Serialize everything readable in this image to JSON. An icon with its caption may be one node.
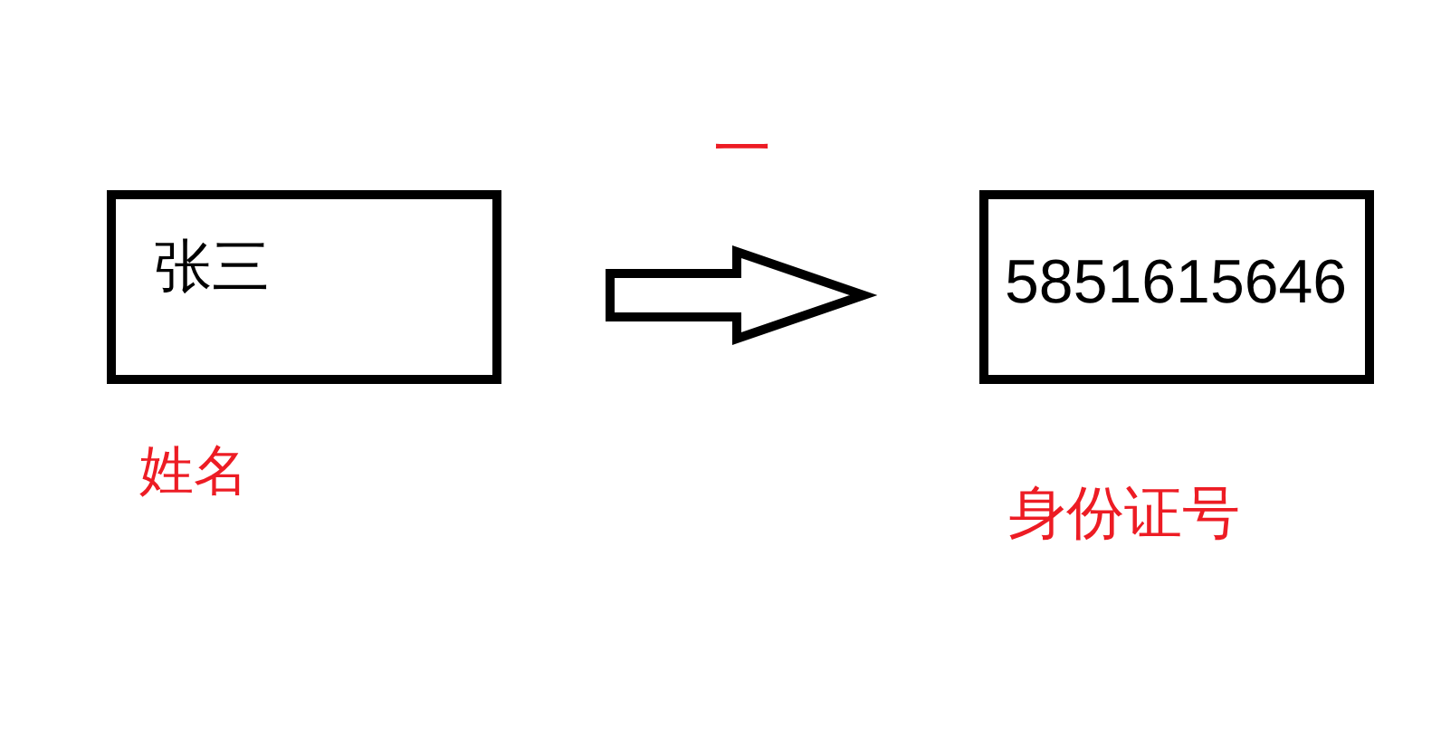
{
  "diagram": {
    "nodes": [
      {
        "text": [
          "张三"
        ],
        "beside": [
          "姓名"
        ]
      },
      {
        "text": [
          "5851615646"
        ],
        "beside": [
          "身份证号"
        ]
      }
    ],
    "edges": [
      {
        "from": 0,
        "to": 1,
        "arrow": "to",
        "label": "一"
      }
    ]
  }
}
